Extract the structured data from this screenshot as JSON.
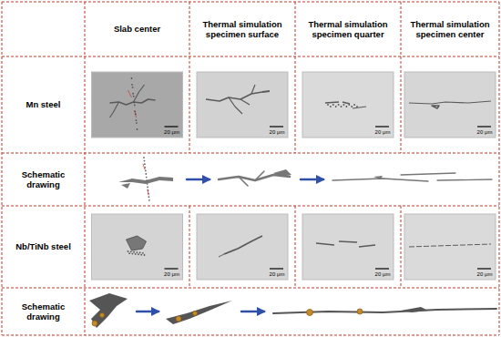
{
  "diagram": {
    "labels": [
      "Slab center",
      "Thermal simulation specimen surface",
      "Thermal simulation specimen quarter",
      "Thermal simulation specimen center",
      "Mn steel",
      "20 μm",
      "20 μm",
      "20 μm",
      "20 μm",
      "Schematic drawing",
      "Nb/TiNb steel",
      "20 μm",
      "20 μm",
      "20 μm",
      "20 μm",
      "Schematic drawing"
    ]
  }
}
